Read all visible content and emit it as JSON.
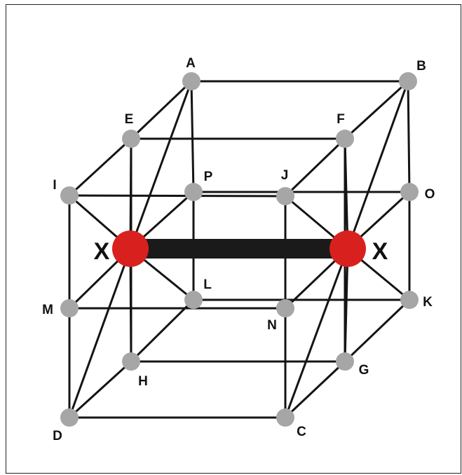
{
  "diagram": {
    "nodes": [
      {
        "id": "A",
        "label": "A"
      },
      {
        "id": "B",
        "label": "B"
      },
      {
        "id": "C",
        "label": "C"
      },
      {
        "id": "D",
        "label": "D"
      },
      {
        "id": "E",
        "label": "E"
      },
      {
        "id": "F",
        "label": "F"
      },
      {
        "id": "G",
        "label": "G"
      },
      {
        "id": "H",
        "label": "H"
      },
      {
        "id": "I",
        "label": "I"
      },
      {
        "id": "J",
        "label": "J"
      },
      {
        "id": "K",
        "label": "K"
      },
      {
        "id": "L",
        "label": "L"
      },
      {
        "id": "M",
        "label": "M"
      },
      {
        "id": "N",
        "label": "N"
      },
      {
        "id": "O",
        "label": "O"
      },
      {
        "id": "P",
        "label": "P"
      },
      {
        "id": "X1",
        "label": "X",
        "highlight": true
      },
      {
        "id": "X2",
        "label": "X",
        "highlight": true
      }
    ],
    "edges": [
      [
        "A",
        "B"
      ],
      [
        "I",
        "J"
      ],
      [
        "D",
        "C"
      ],
      [
        "M",
        "N"
      ],
      [
        "E",
        "F"
      ],
      [
        "P",
        "O"
      ],
      [
        "H",
        "G"
      ],
      [
        "L",
        "K"
      ],
      [
        "I",
        "M"
      ],
      [
        "M",
        "D"
      ],
      [
        "A",
        "P"
      ],
      [
        "P",
        "L"
      ],
      [
        "E",
        "H"
      ],
      [
        "J",
        "N"
      ],
      [
        "N",
        "C"
      ],
      [
        "F",
        "G"
      ],
      [
        "B",
        "O"
      ],
      [
        "O",
        "K"
      ],
      [
        "A",
        "E"
      ],
      [
        "E",
        "I"
      ],
      [
        "B",
        "F"
      ],
      [
        "F",
        "J"
      ],
      [
        "D",
        "H"
      ],
      [
        "H",
        "L"
      ],
      [
        "C",
        "G"
      ],
      [
        "G",
        "K"
      ],
      [
        "X1",
        "A"
      ],
      [
        "X1",
        "E"
      ],
      [
        "X1",
        "I"
      ],
      [
        "X1",
        "P"
      ],
      [
        "X1",
        "M"
      ],
      [
        "X1",
        "L"
      ],
      [
        "X1",
        "H"
      ],
      [
        "X1",
        "D"
      ],
      [
        "X2",
        "B"
      ],
      [
        "X2",
        "F"
      ],
      [
        "X2",
        "J"
      ],
      [
        "X2",
        "O"
      ],
      [
        "X2",
        "N"
      ],
      [
        "X2",
        "K"
      ],
      [
        "X2",
        "G"
      ],
      [
        "X2",
        "C"
      ]
    ],
    "bond": [
      "X1",
      "X2"
    ],
    "colors": {
      "node": "#a6a6a6",
      "highlight": "#d8201e",
      "edge": "#141414",
      "bond": "#1a1a1a"
    }
  }
}
